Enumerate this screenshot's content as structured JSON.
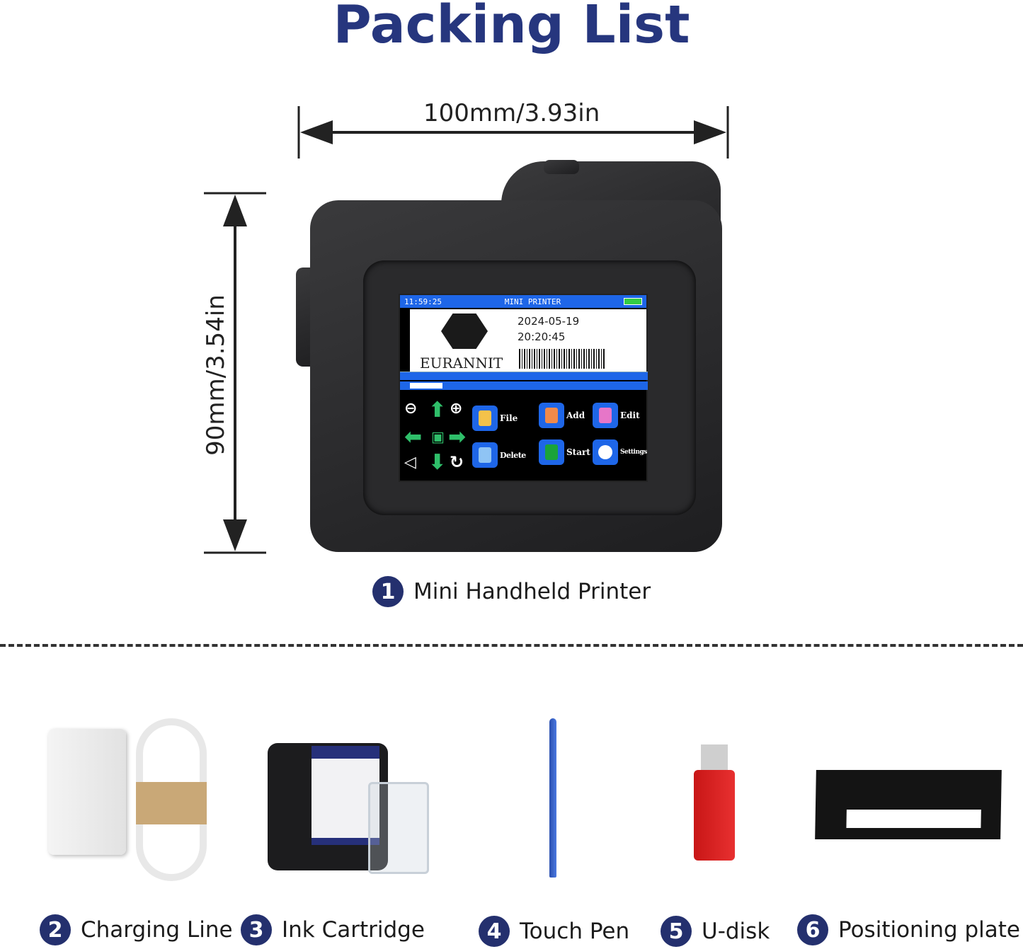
{
  "title": "Packing List",
  "dimensions": {
    "width": "100mm/3.93in",
    "height": "90mm/3.54in"
  },
  "screen": {
    "clock": "11:59:25",
    "header": "MINI PRINTER",
    "brand": "EURANNIT",
    "date": "2024-05-19",
    "time": "20:20:45",
    "buttons": [
      {
        "label": "File",
        "color": "#f4c24a"
      },
      {
        "label": "Add",
        "color": "#f08a4b"
      },
      {
        "label": "Edit",
        "color": "#e676c8"
      },
      {
        "label": "Delete",
        "color": "#8fc4f4"
      },
      {
        "label": "Start",
        "color": "#1aa33a"
      },
      {
        "label": "Settings",
        "color": "#ffffff"
      }
    ]
  },
  "items": [
    {
      "num": "1",
      "label": "Mini Handheld Printer"
    },
    {
      "num": "2",
      "label": "Charging Line"
    },
    {
      "num": "3",
      "label": "Ink Cartridge"
    },
    {
      "num": "4",
      "label": "Touch Pen"
    },
    {
      "num": "5",
      "label": "U-disk"
    },
    {
      "num": "6",
      "label": "Positioning plate"
    }
  ],
  "colors": {
    "title": "#26367e",
    "badge": "#24306e",
    "screen_accent": "#1e66e8"
  }
}
